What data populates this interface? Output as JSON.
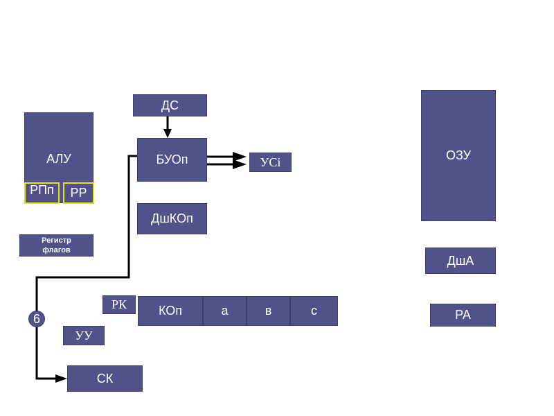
{
  "blocks": {
    "alu": "АЛУ",
    "rpp": "РПп",
    "rr": "РР",
    "flags": "Регистр флагов",
    "ds": "ДС",
    "buop": "БУОп",
    "dshkop": "ДшКОп",
    "usi": "УСi",
    "ozu": "ОЗУ",
    "dsha": "ДшА",
    "ra": "РА",
    "rk": "РК",
    "kop": "КОп",
    "a": "а",
    "v": "в",
    "c": "с",
    "uu": "УУ",
    "sk": "СК"
  },
  "bus_label": "6",
  "colors": {
    "block": "#52528a",
    "highlight_border": "#e6e600",
    "line": "#000000"
  }
}
